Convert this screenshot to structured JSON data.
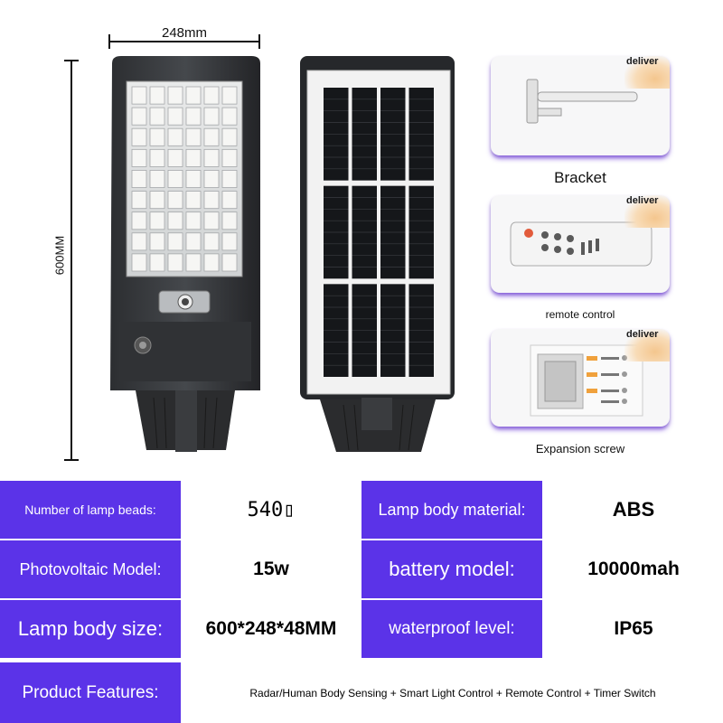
{
  "dimensions": {
    "width_label": "248mm",
    "height_label": "600MM"
  },
  "accessories": [
    {
      "badge": "deliver",
      "caption": "Bracket"
    },
    {
      "badge": "deliver",
      "caption": "remote control"
    },
    {
      "badge": "deliver",
      "caption": "Expansion screw"
    }
  ],
  "specs": {
    "lamp_beads": {
      "label": "Number of lamp beads:",
      "value": "540▯"
    },
    "body_material": {
      "label": "Lamp body material:",
      "value": "ABS"
    },
    "pv_model": {
      "label": "Photovoltaic Model:",
      "value": "15w"
    },
    "battery_model": {
      "label": "battery model:",
      "value": "10000mah"
    },
    "body_size": {
      "label": "Lamp body size:",
      "value": "600*248*48MM"
    },
    "waterproof": {
      "label": "waterproof level:",
      "value": "IP65"
    },
    "features": {
      "label": "Product Features:",
      "value": "Radar/Human Body Sensing + Smart Light Control + Remote Control + Timer Switch"
    }
  },
  "colors": {
    "label_bg": "#5b33e8",
    "card_shadow": "#6e3cdc",
    "badge_glow": "#f4c68e"
  }
}
